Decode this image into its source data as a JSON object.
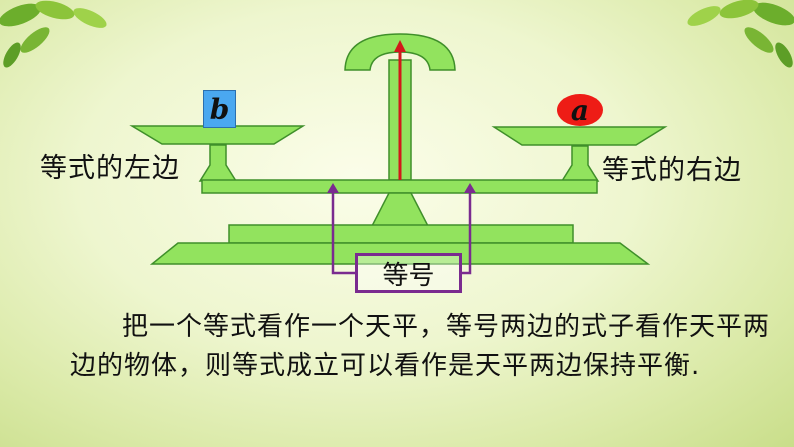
{
  "diagram": {
    "left_label": "等式的左边",
    "right_label": "等式的右边",
    "equals_label": "等号",
    "left_token": "b",
    "right_token": "a"
  },
  "description": {
    "text": "把一个等式看作一个天平，等号两边的式子看作天平两边的物体，则等式成立可以看作是天平两边保持平衡."
  },
  "colors": {
    "scale_green": "#92e35e",
    "scale_stroke": "#3f8f2a",
    "pointer_red": "#d11a1a",
    "arrow_purple": "#7a2b8f",
    "token_b_blue": "#4aa8f0",
    "token_a_red": "#ee1c16"
  }
}
